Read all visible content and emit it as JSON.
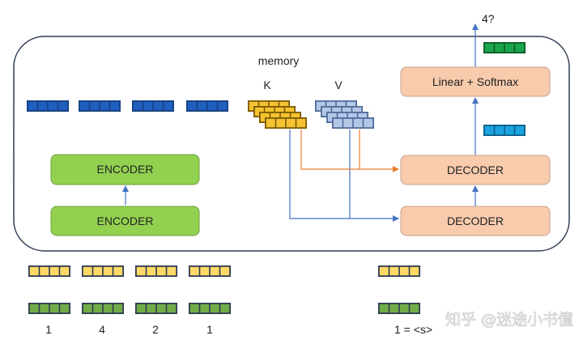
{
  "top_label": "memory",
  "k_label": "K",
  "v_label": "V",
  "output_label": "4?",
  "blocks": {
    "encoder_1": "ENCODER",
    "encoder_2": "ENCODER",
    "decoder_top": "DECODER",
    "decoder_bottom": "DECODER",
    "linear_softmax": "Linear + Softmax"
  },
  "input_tokens": [
    "1",
    "4",
    "2",
    "1"
  ],
  "decoder_input_label": "1 = <s>",
  "watermark": "知乎 @迷途小书僮",
  "colors": {
    "encoder_fill": "#92d050",
    "decoder_fill": "#f8cbad",
    "enc_vec": "#1f5fbf",
    "k_vec": "#f5c332",
    "v_vec": "#b4c7e7",
    "dec_vec": "#1ca3e0",
    "out_vec": "#1aa64a",
    "emb_vec": "#ffd966",
    "tok_vec": "#70ad47",
    "arrow_blue": "#4472c4",
    "arrow_orange": "#ed7d31"
  }
}
